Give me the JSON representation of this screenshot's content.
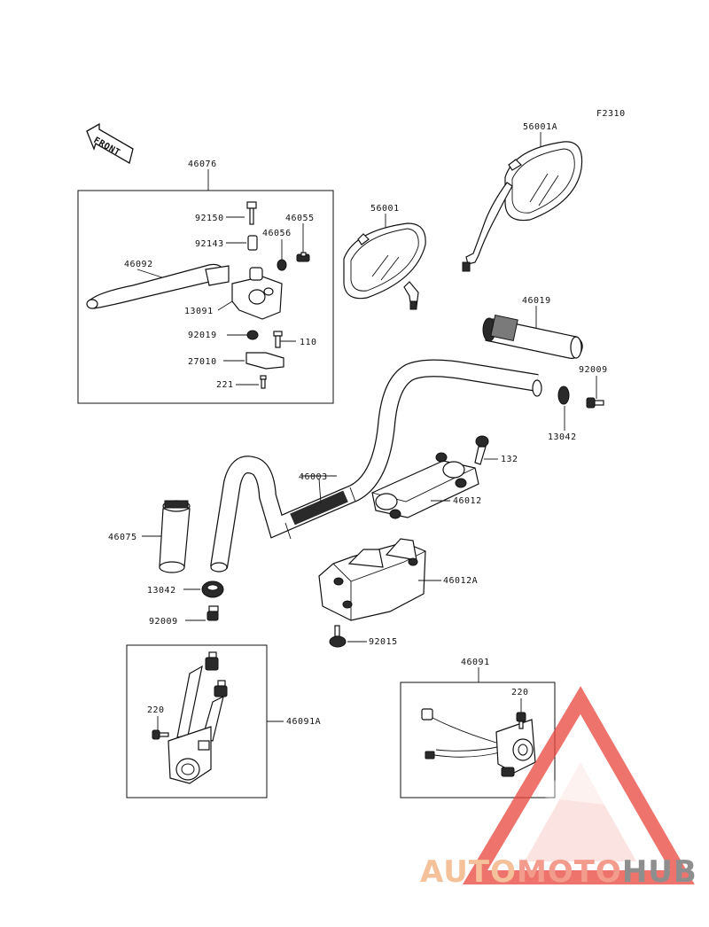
{
  "diagram_code": "F2310",
  "front_label": "FRONT",
  "watermark": {
    "part1": "AUTO",
    "part2": "MOTO",
    "part3": "HUB",
    "color1": "#f5c19a",
    "color2": "#f39c8e",
    "color3": "#8e8e8e",
    "triangle_color": "#e8453c"
  },
  "labels": {
    "p46076": "46076",
    "p92150": "92150",
    "p92143": "92143",
    "p46055": "46055",
    "p46056": "46056",
    "p46092": "46092",
    "p13091": "13091",
    "p92019": "92019",
    "p110": "110",
    "p27010": "27010",
    "p221": "221",
    "p56001": "56001",
    "p56001A": "56001A",
    "p46019": "46019",
    "p92009": "92009",
    "p13042a": "13042",
    "p132": "132",
    "p46003": "46003",
    "p46012": "46012",
    "p46075": "46075",
    "p46012A": "46012A",
    "p13042b": "13042",
    "p92009b": "92009",
    "p92015": "92015",
    "p220a": "220",
    "p46091A": "46091A",
    "p46091": "46091",
    "p220b": "220"
  }
}
